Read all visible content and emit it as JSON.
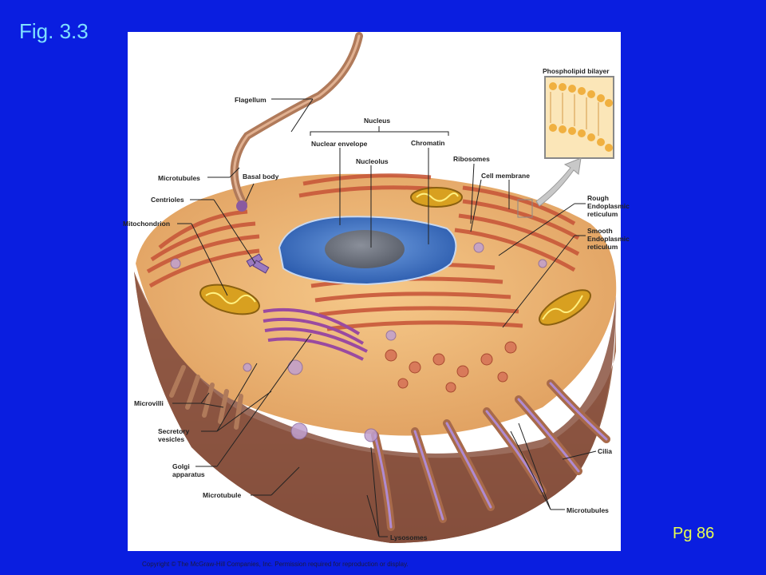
{
  "figure": {
    "title": "Fig. 3.3",
    "page_ref": "Pg 86",
    "copyright": "Copyright © The McGraw-Hill Companies, Inc. Permission required for reproduction or display."
  },
  "labels": {
    "phospholipid_bilayer": "Phospholipid bilayer",
    "flagellum": "Flagellum",
    "nucleus": "Nucleus",
    "nuclear_envelope": "Nuclear envelope",
    "chromatin": "Chromatin",
    "nucleolus": "Nucleolus",
    "ribosomes": "Ribosomes",
    "cell_membrane": "Cell membrane",
    "microtubules_top": "Microtubules",
    "basal_body": "Basal body",
    "centrioles": "Centrioles",
    "mitochondrion": "Mitochondrion",
    "rough_er": "Rough\nEndoplasmic\nreticulum",
    "smooth_er": "Smooth\nEndoplasmic\nreticulum",
    "microvilli": "Microvilli",
    "secretory_vesicles": "Secretory\nvesicles",
    "golgi_apparatus": "Golgi\napparatus",
    "microtubule": "Microtubule",
    "cilia": "Cilia",
    "microtubules_bottom": "Microtubules",
    "lysosomes": "Lysosomes"
  },
  "colors": {
    "background": "#0a1ee0",
    "title": "#7fe0ff",
    "page_ref": "#e8ff50"
  }
}
